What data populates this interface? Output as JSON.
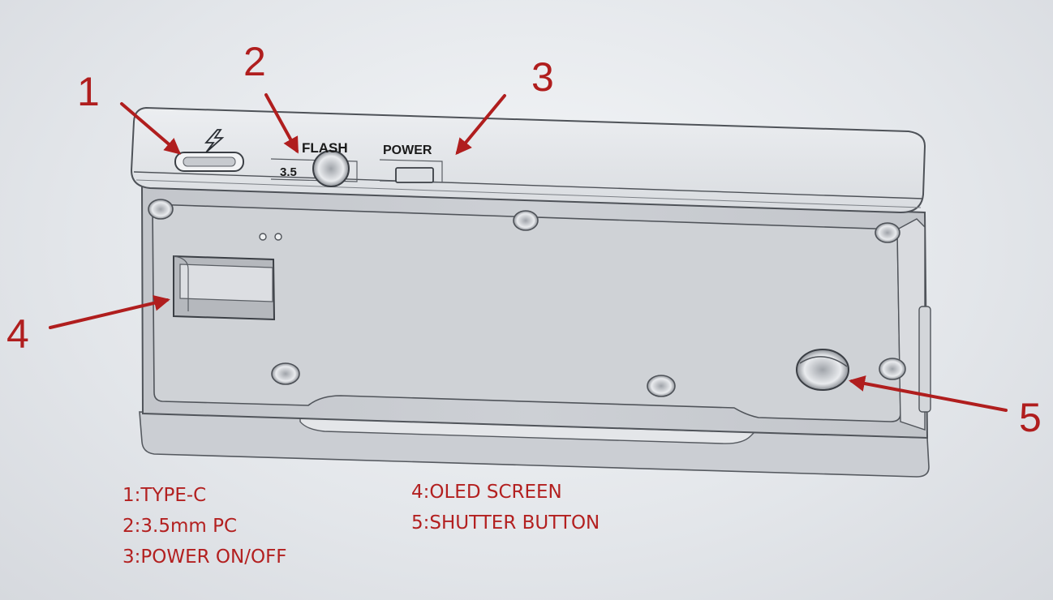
{
  "engraving": {
    "flash": "FLASH",
    "power": "POWER",
    "size_35": "3.5"
  },
  "callouts": {
    "n1": "1",
    "n2": "2",
    "n3": "3",
    "n4": "4",
    "n5": "5"
  },
  "legend_left": [
    "1:TYPE-C",
    "2:3.5mm PC",
    "3:POWER ON/OFF"
  ],
  "legend_right": [
    "4:OLED SCREEN",
    "5:SHUTTER BUTTON"
  ],
  "colors": {
    "callout_red": "#b01e1e",
    "body_grey": "#c9ccd1",
    "top_face": "#e6e8eb"
  },
  "icons": [
    "lightning-bolt-icon"
  ]
}
